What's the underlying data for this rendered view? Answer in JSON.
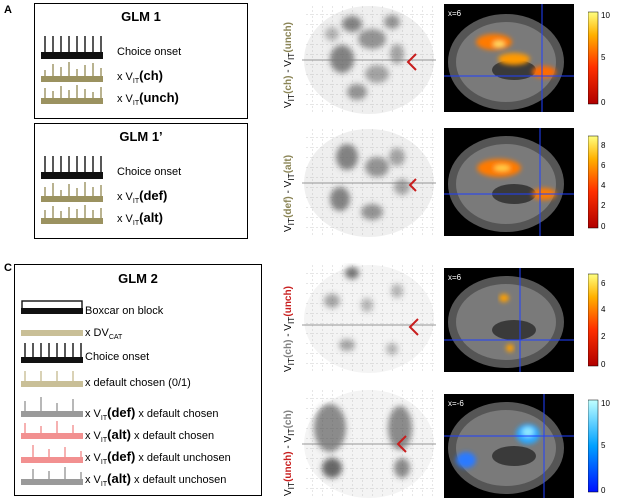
{
  "panels": {
    "a": "A",
    "c": "C"
  },
  "glm1": {
    "title": "GLM 1",
    "rows": [
      {
        "kind": "plain",
        "text": "Choice onset"
      },
      {
        "kind": "mod",
        "prefix": "x V",
        "sub": "IT",
        "suffix": "(ch)"
      },
      {
        "kind": "mod",
        "prefix": "x V",
        "sub": "IT",
        "suffix": "(unch)"
      }
    ]
  },
  "glm1p": {
    "title": "GLM 1’",
    "rows": [
      {
        "kind": "plain",
        "text": "Choice onset"
      },
      {
        "kind": "mod",
        "prefix": "x V",
        "sub": "IT",
        "suffix": "(def)"
      },
      {
        "kind": "mod",
        "prefix": "x V",
        "sub": "IT",
        "suffix": "(alt)"
      }
    ]
  },
  "glm2": {
    "title": "GLM 2",
    "rows": [
      {
        "text": "Boxcar on block"
      },
      {
        "text": "x DV",
        "sub": "CAT"
      },
      {
        "text": "Choice onset"
      },
      {
        "text": "x default chosen (0/1)"
      },
      {
        "text": "x V",
        "sub": "IT",
        "bold": "(def)",
        "rest": " x default chosen"
      },
      {
        "text": "x V",
        "sub": "IT",
        "bold": "(alt)",
        "rest": " x default chosen"
      },
      {
        "text": "x V",
        "sub": "IT",
        "bold": "(def)",
        "rest": " x default unchosen"
      },
      {
        "text": "x V",
        "sub": "IT",
        "bold": "(alt)",
        "rest": " x default unchosen"
      }
    ]
  },
  "contrasts": [
    {
      "a": "V",
      "asub": "IT",
      "atag": "(ch)",
      "atagcolor": "#8a8455",
      "b": "V",
      "bsub": "IT",
      "btag": "(unch)",
      "btagcolor": "#8a8455"
    },
    {
      "a": "V",
      "asub": "IT",
      "atag": "(def)",
      "atagcolor": "#8a8455",
      "b": "V",
      "bsub": "IT",
      "btag": "(alt)",
      "btagcolor": "#8a8455"
    },
    {
      "a": "V",
      "asub": "IT",
      "atag": "(ch)",
      "atagcolor": "#808080",
      "b": "V",
      "bsub": "IT",
      "btag": "(unch)",
      "btagcolor": "#c81e1e"
    },
    {
      "a": "V",
      "asub": "IT",
      "atag": "(unch)",
      "atagcolor": "#c81e1e",
      "b": "V",
      "bsub": "IT",
      "btag": "(ch)",
      "btagcolor": "#808080"
    }
  ],
  "slices": [
    "x=6",
    "",
    "x=6",
    "x=-6"
  ],
  "colorbars": [
    {
      "ticks": [
        "10",
        "5",
        "0"
      ]
    },
    {
      "ticks": [
        "8",
        "6",
        "4",
        "2",
        "0"
      ]
    },
    {
      "ticks": [
        "6",
        "4",
        "2",
        "0"
      ]
    },
    {
      "ticks": [
        "10",
        "5",
        "0"
      ]
    }
  ],
  "colors": {
    "olive": "#8a8455",
    "sand": "#c9bf97",
    "gray": "#9a9a9a",
    "salmon": "#f29090",
    "red": "#c81e1e"
  }
}
